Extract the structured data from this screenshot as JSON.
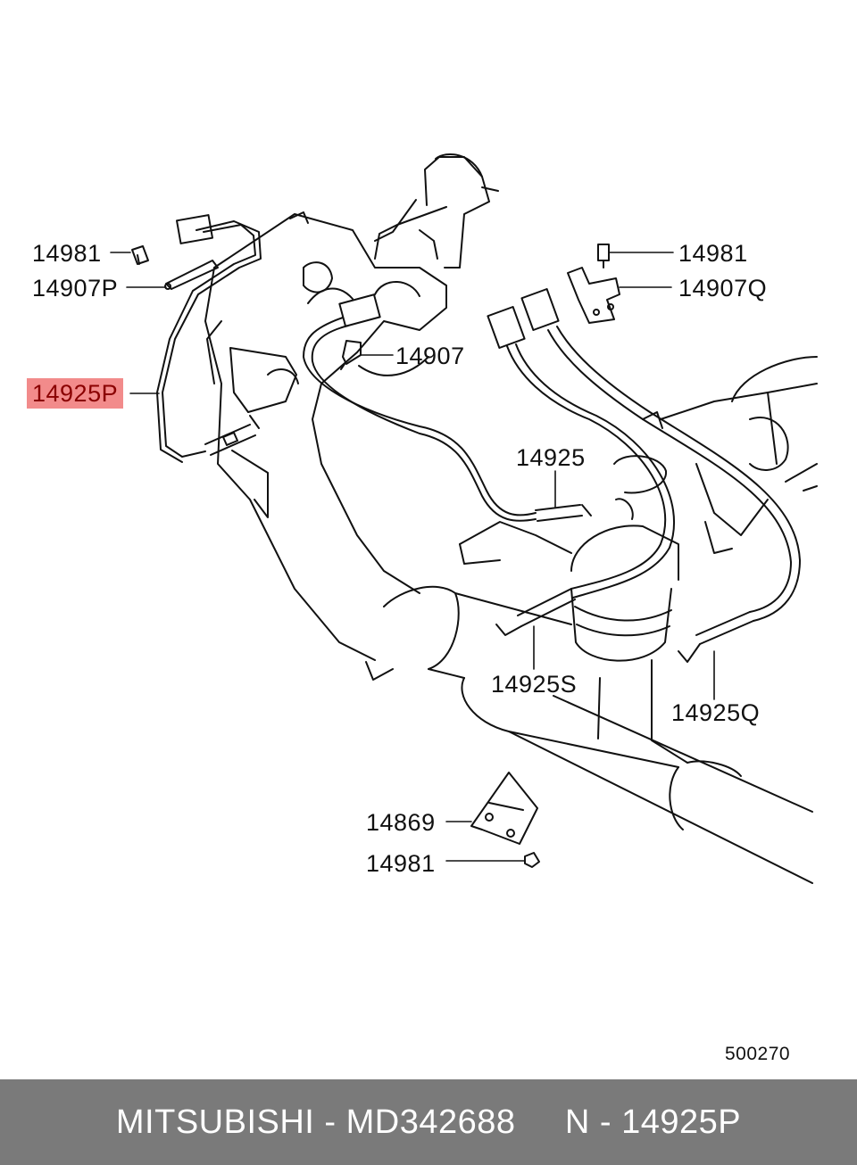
{
  "callouts": [
    {
      "id": "14981-top-left",
      "text": "14981",
      "highlighted": false
    },
    {
      "id": "14907P",
      "text": "14907P",
      "highlighted": false
    },
    {
      "id": "14925P",
      "text": "14925P",
      "highlighted": true
    },
    {
      "id": "14907",
      "text": "14907",
      "highlighted": false
    },
    {
      "id": "14981-top-right",
      "text": "14981",
      "highlighted": false
    },
    {
      "id": "14907Q",
      "text": "14907Q",
      "highlighted": false
    },
    {
      "id": "14925",
      "text": "14925",
      "highlighted": false
    },
    {
      "id": "14925S",
      "text": "14925S",
      "highlighted": false
    },
    {
      "id": "14925Q",
      "text": "14925Q",
      "highlighted": false
    },
    {
      "id": "14869",
      "text": "14869",
      "highlighted": false
    },
    {
      "id": "14981-bottom",
      "text": "14981",
      "highlighted": false
    }
  ],
  "drawing_number": "500270",
  "footer": {
    "brand": "MITSUBISHI",
    "separator": " - ",
    "part_number": "MD342688",
    "gap": "     ",
    "reference": "N - 14925P"
  },
  "colors": {
    "highlight": "#f28b8b",
    "footer_background": "#7a7a7a",
    "line": "#111111"
  }
}
